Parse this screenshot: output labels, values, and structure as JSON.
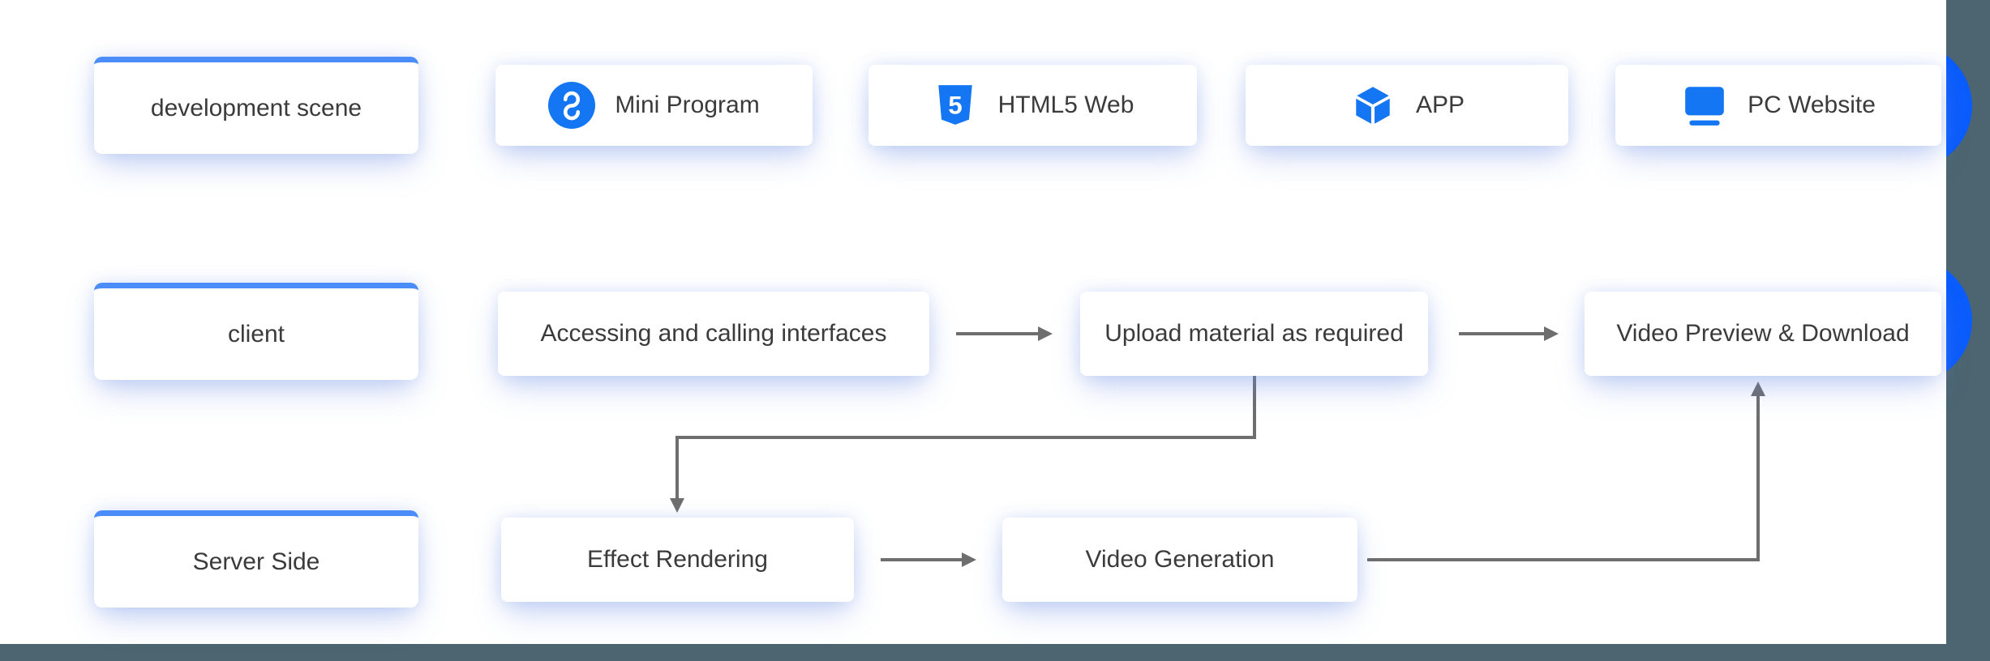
{
  "colors": {
    "frame_background": "#4c6570",
    "surface": "#ffffff",
    "icon_blue": "#1476f2",
    "label_border_blue": "#4a8df8",
    "peek_circle_blue": "#0b5cfc",
    "arrow_gray": "#6e6e6e",
    "text_dark": "#3b3b3b"
  },
  "html5_glyph": "5",
  "rows": [
    {
      "label": "development scene",
      "platforms": [
        {
          "icon": "mini-program-icon",
          "label": "Mini Program"
        },
        {
          "icon": "html5-icon",
          "label": "HTML5 Web"
        },
        {
          "icon": "app-cube-icon",
          "label": "APP"
        },
        {
          "icon": "pc-website-icon",
          "label": "PC Website"
        }
      ]
    },
    {
      "label": "client",
      "steps": [
        {
          "label": "Accessing and calling interfaces"
        },
        {
          "label": "Upload material as required"
        },
        {
          "label": "Video Preview & Download"
        }
      ]
    },
    {
      "label": "Server Side",
      "steps": [
        {
          "label": "Effect Rendering"
        },
        {
          "label": "Video Generation"
        }
      ]
    }
  ],
  "arrows": [
    {
      "from": "Accessing and calling interfaces",
      "to": "Upload material as required"
    },
    {
      "from": "Upload material as required",
      "to": "Video Preview & Download"
    },
    {
      "from": "Upload material as required",
      "to": "Effect Rendering"
    },
    {
      "from": "Effect Rendering",
      "to": "Video Generation"
    },
    {
      "from": "Video Generation",
      "to": "Video Preview & Download"
    }
  ]
}
